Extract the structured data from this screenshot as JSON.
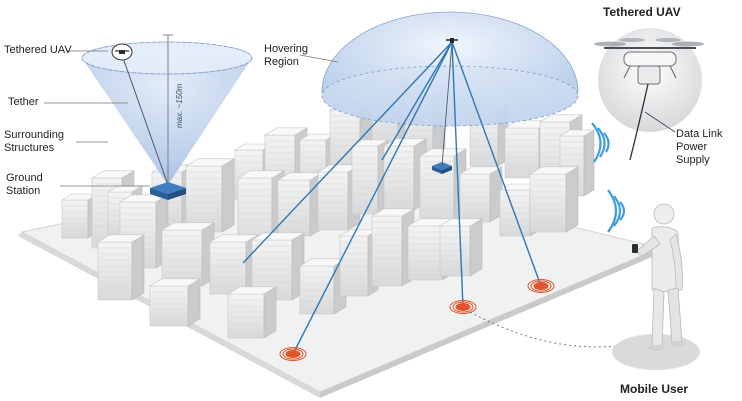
{
  "labels": {
    "tethered_uav_left": "Tethered UAV",
    "tether": "Tether",
    "surrounding_structures": "Surrounding\nStructures",
    "ground_station": "Ground\nStation",
    "max_height": "max. ~150m",
    "hovering_region": "Hovering\nRegion",
    "tethered_uav_title": "Tethered UAV",
    "data_link": "Data Link\nPower Supply",
    "mobile_user": "Mobile User"
  },
  "colors": {
    "cone_fill": "#b9cdea",
    "dome_fill": "#c2d4ee",
    "link_line": "#2f78b4",
    "user_marker": "#e2552c",
    "signal": "#3f9fdc",
    "building": "#eceded",
    "building_shadow": "#c9cbcc"
  },
  "icons": [
    "uav-icon",
    "signal-waves-icon",
    "mobile-user-figure",
    "ground-station-icon"
  ]
}
